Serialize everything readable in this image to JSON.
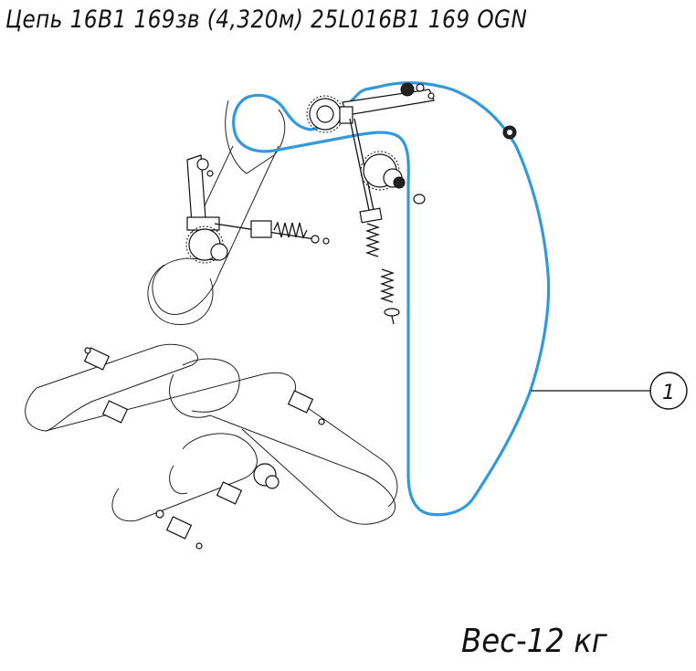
{
  "title": "Цепь 16B1 169зв (4,320м) 25L016B1 169 OGN",
  "weight": "Вес-12 кг",
  "callout": {
    "number": "1"
  },
  "colors": {
    "chain": "#3399dd",
    "line": "#111111",
    "background": "#ffffff"
  },
  "icons": [
    "sprocket-icon",
    "roller-icon",
    "spring-tensioner-icon",
    "bolt-icon"
  ]
}
